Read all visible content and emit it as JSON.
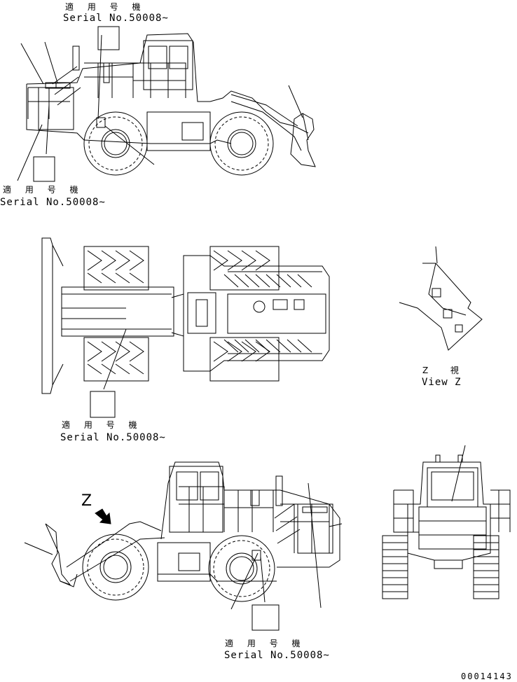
{
  "callouts": [
    {
      "jp": "適 用 号 機",
      "serial": "Serial No.50008~"
    },
    {
      "jp": "適 用 号 機",
      "serial": "Serial No.50008~"
    },
    {
      "jp": "適 用 号 機",
      "serial": "Serial No.50008~"
    },
    {
      "jp": "適 用 号 機",
      "serial": "Serial No.50008~"
    }
  ],
  "view_z": {
    "letter": "Z",
    "jp": "Z  視",
    "en": "View Z"
  },
  "arrow_label": "Z",
  "drawing_number": "00014143"
}
